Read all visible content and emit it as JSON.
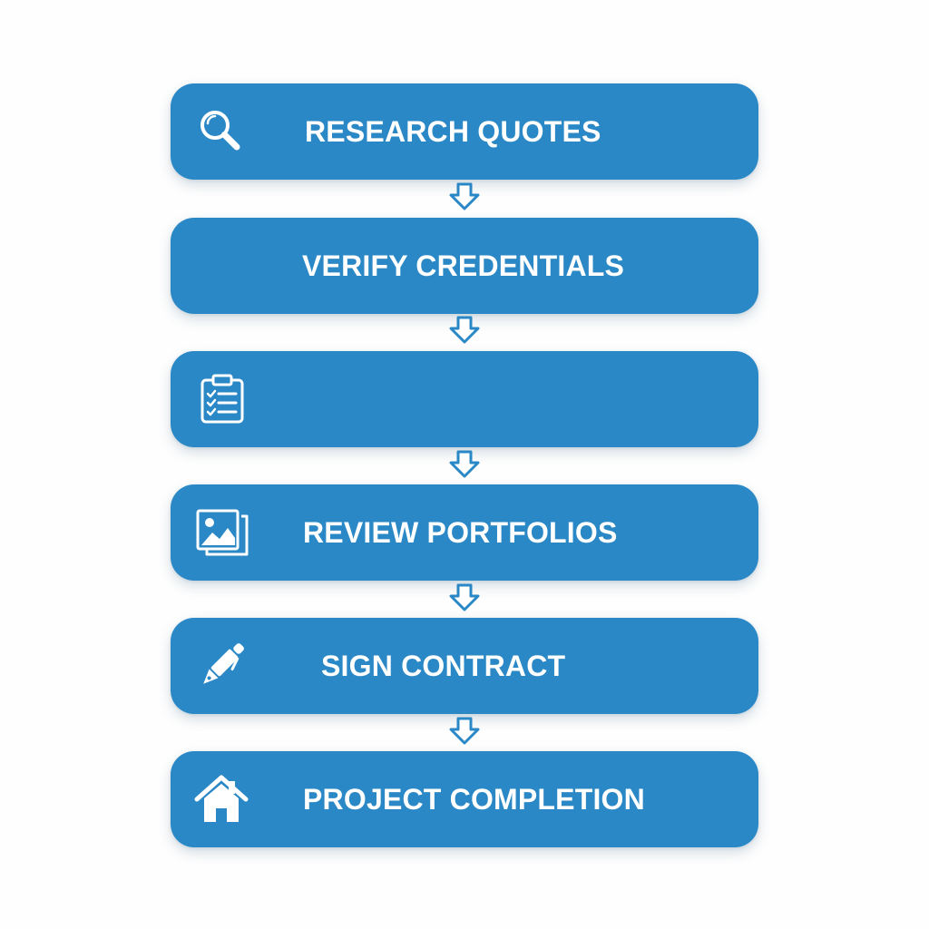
{
  "flow": {
    "steps": [
      {
        "label": "RESEARCH QUOTES",
        "icon": "search-icon"
      },
      {
        "label": "VERIFY CREDENTIALS",
        "icon": ""
      },
      {
        "label": "",
        "icon": "clipboard-checklist-icon"
      },
      {
        "label": "REVIEW PORTFOLIOS",
        "icon": "image-gallery-icon"
      },
      {
        "label": "SIGN CONTRACT",
        "icon": "pen-icon"
      },
      {
        "label": "PROJECT COMPLETION",
        "icon": "house-icon"
      }
    ],
    "connector_icon": "arrow-down-icon",
    "colors": {
      "box": "#2a88c6",
      "arrow_outline": "#2a88c6",
      "text": "#ffffff",
      "background": "#ffffff"
    }
  }
}
